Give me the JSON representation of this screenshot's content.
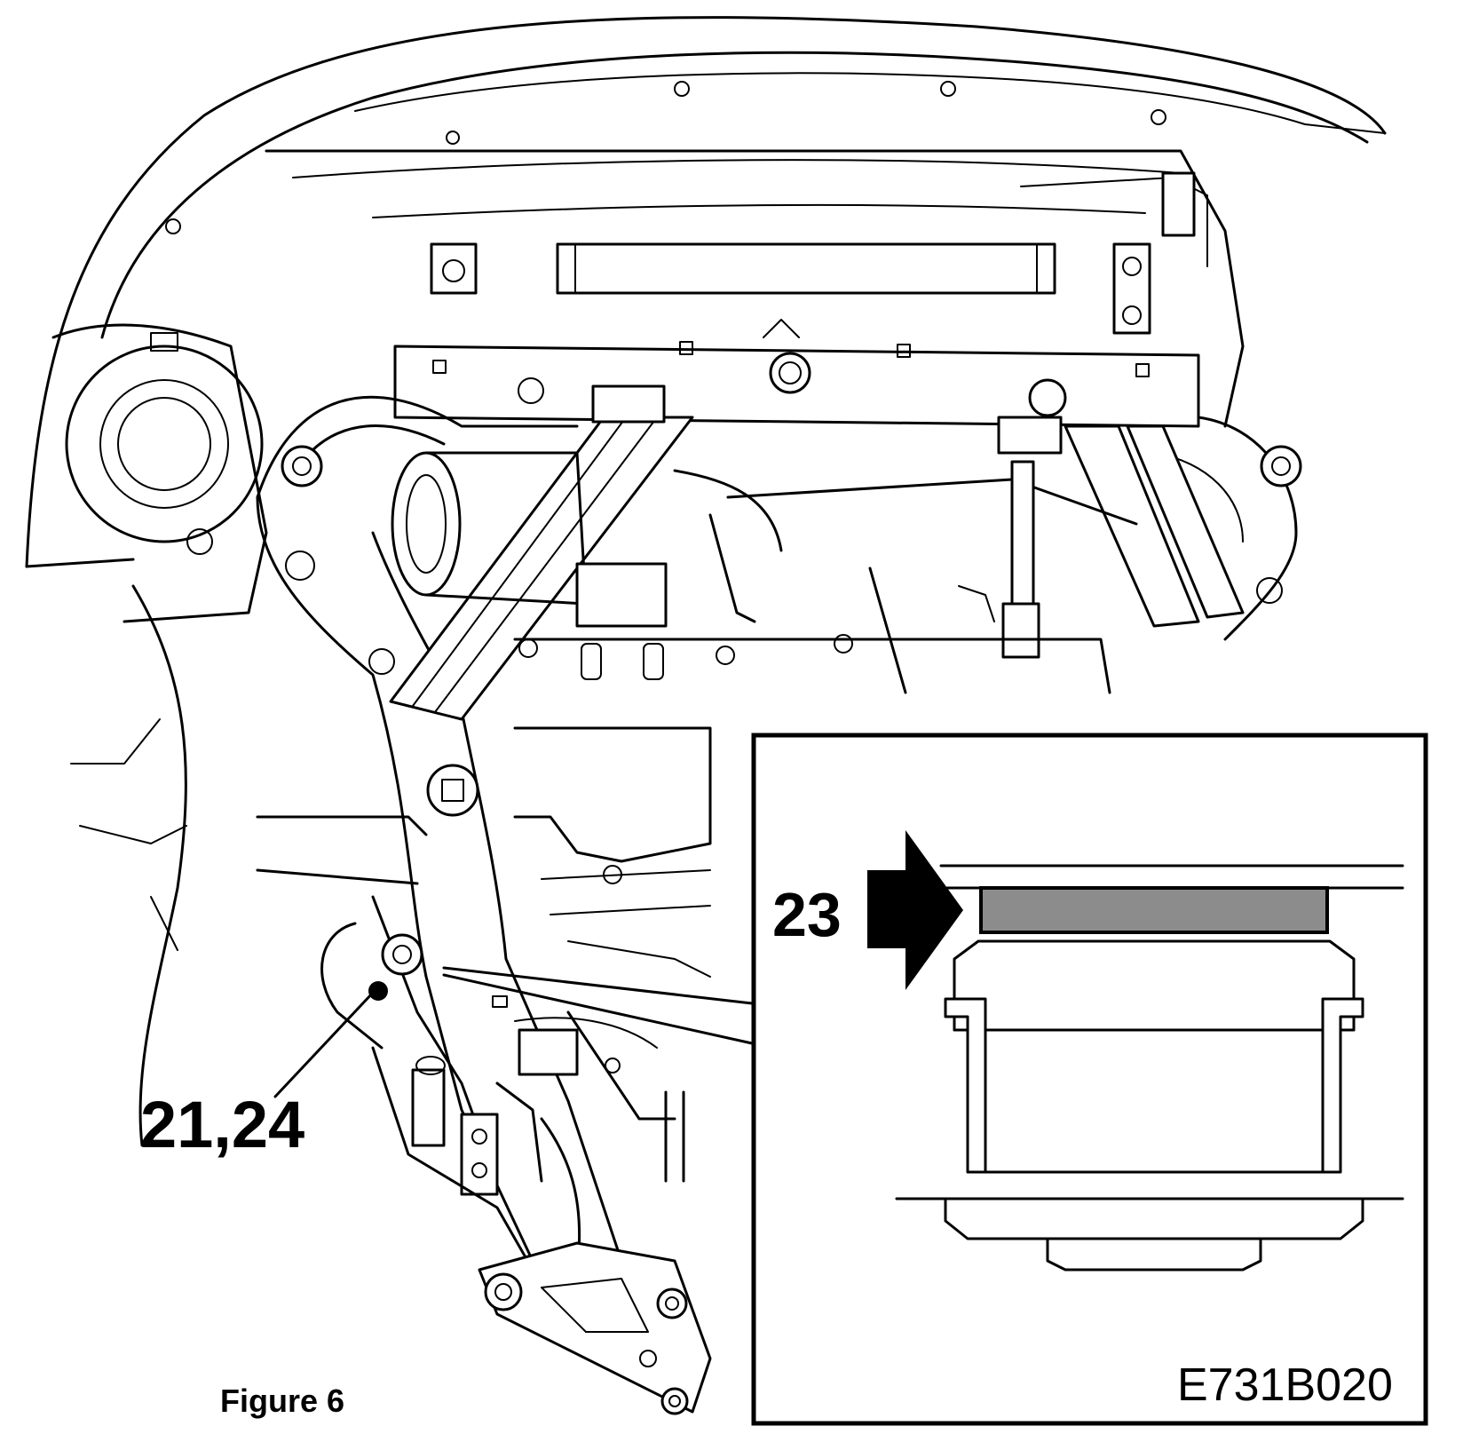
{
  "figure": {
    "caption": "Figure 6",
    "code": "E731B020"
  },
  "callouts": {
    "mount_bolts": "21,24",
    "bushing_shim": "23"
  },
  "colors": {
    "line": "#000000",
    "background": "#ffffff",
    "shim_fill": "#8c8c8c"
  }
}
